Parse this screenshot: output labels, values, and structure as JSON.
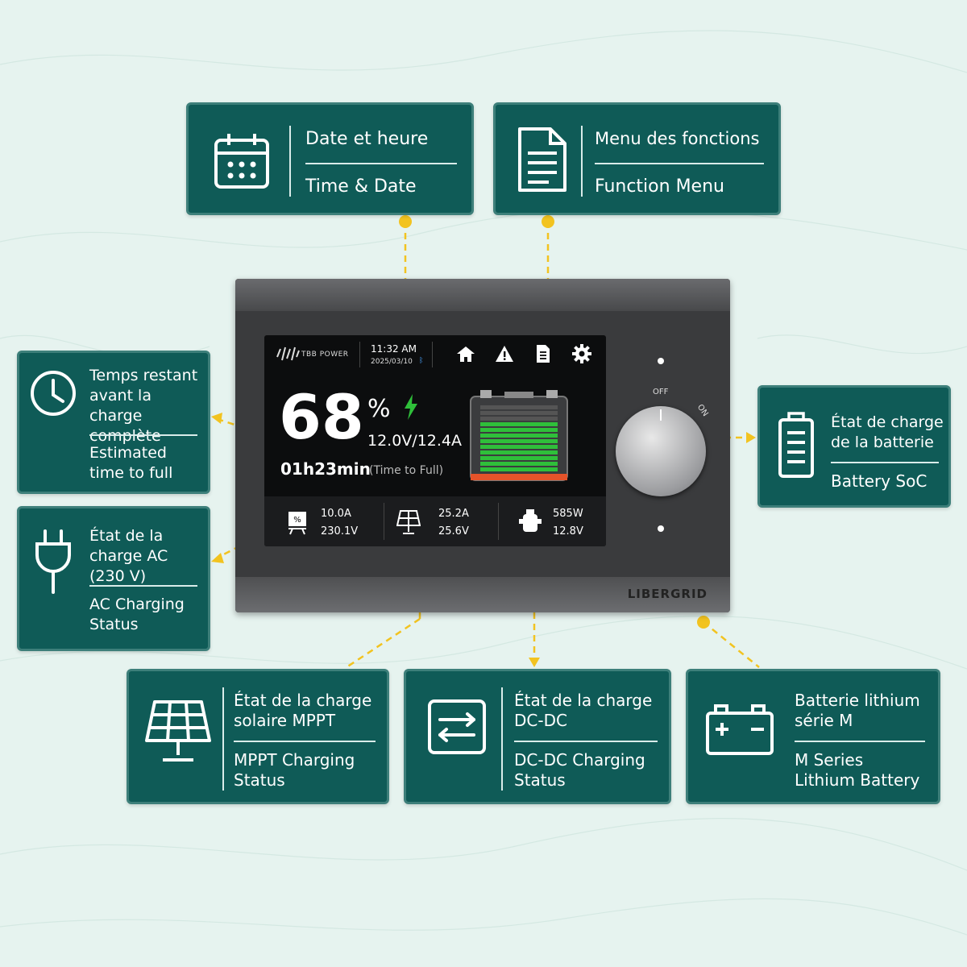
{
  "cards": {
    "date_time": {
      "fr": "Date et heure",
      "en": "Time & Date",
      "icon": "calendar-icon"
    },
    "function_menu": {
      "fr": "Menu des fonctions",
      "en": "Function Menu",
      "icon": "document-icon"
    },
    "time_to_full": {
      "fr": "Temps restant\navant la charge\ncomplète",
      "en": "Estimated\ntime to full",
      "icon": "clock-icon"
    },
    "ac_charging": {
      "fr": "État de la\ncharge AC (230 V)",
      "en": "AC Charging\nStatus",
      "icon": "plug-icon"
    },
    "battery_soc": {
      "fr": "État de charge\nde la batterie",
      "en": "Battery SoC",
      "icon": "battery-icon"
    },
    "mppt_charging": {
      "fr": "État de la charge\nsolaire MPPT",
      "en": "MPPT Charging\nStatus",
      "icon": "solar-panel-icon"
    },
    "dcdc_charging": {
      "fr": "État de la charge\nDC-DC",
      "en": "DC-DC Charging\nStatus",
      "icon": "dc-dc-converter-icon"
    },
    "m_series": {
      "fr": "Batterie lithium\nsérie M",
      "en": "M Series\nLithium Battery",
      "icon": "car-battery-icon"
    }
  },
  "device": {
    "brand": "LIBERGRID",
    "logo": "TBB POWER",
    "time": "11:32 AM",
    "date": "2025/03/10",
    "soc_value": "68",
    "soc_unit": "%",
    "voltage_current": "12.0V/12.4A",
    "time_to_full": "01h23min",
    "time_to_full_label": "(Time to Full)",
    "ac_current": "10.0A",
    "ac_voltage": "230.1V",
    "solar_current": "25.2A",
    "solar_voltage": "25.6V",
    "load_power": "585W",
    "load_voltage": "12.8V",
    "switch_off": "OFF",
    "switch_on": "ON",
    "battery_level": 0.68
  },
  "colors": {
    "card_bg": "#0f5b57",
    "accent_yellow": "#f2c320",
    "bg": "#e6f3ef",
    "charge_green": "#2fbf3a"
  }
}
